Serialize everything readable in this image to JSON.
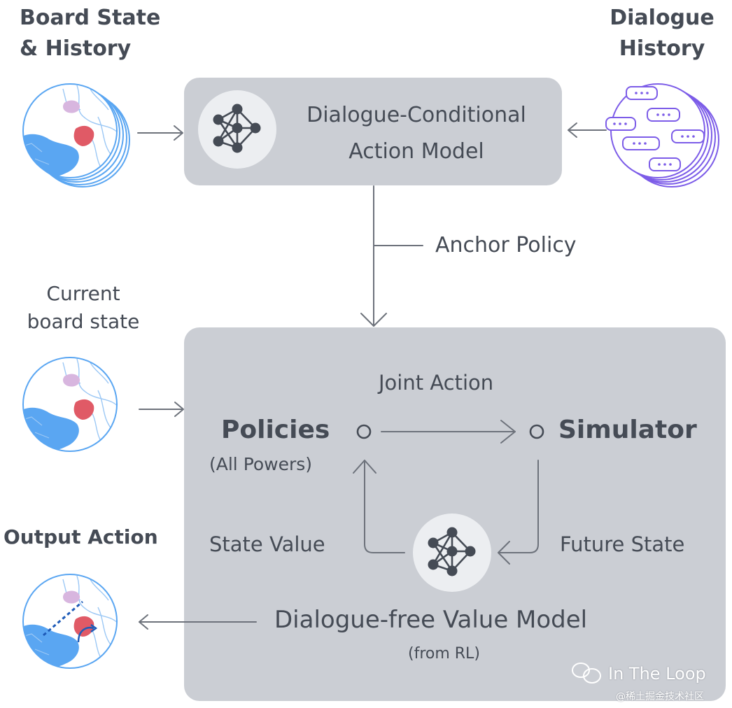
{
  "inputs": {
    "board_history": [
      "Board State",
      "& History"
    ],
    "dialogue_history": [
      "Dialogue",
      "History"
    ],
    "current_board": [
      "Current",
      "board state"
    ],
    "output_action": "Output Action"
  },
  "action_model": {
    "title": [
      "Dialogue-Conditional",
      "Action Model"
    ]
  },
  "anchor_policy": "Anchor Policy",
  "planning": {
    "joint_action": "Joint Action",
    "policies": "Policies",
    "policies_sub": "(All Powers)",
    "simulator": "Simulator",
    "state_value": "State Value",
    "future_state": "Future State",
    "value_model": "Dialogue-free Value Model",
    "value_model_sub": "(from RL)"
  },
  "watermark": {
    "brand": "In The Loop",
    "site": "@稀土掘金技术社区"
  },
  "colors": {
    "panel": "#cbced4",
    "text": "#454b55",
    "arrow": "#6d727b",
    "map_sea": "#ffffff",
    "map_land": "#5aa6f2",
    "map_red": "#e05a66",
    "map_pink": "#d8b6df",
    "dialogue_purple": "#7c5ce8"
  }
}
